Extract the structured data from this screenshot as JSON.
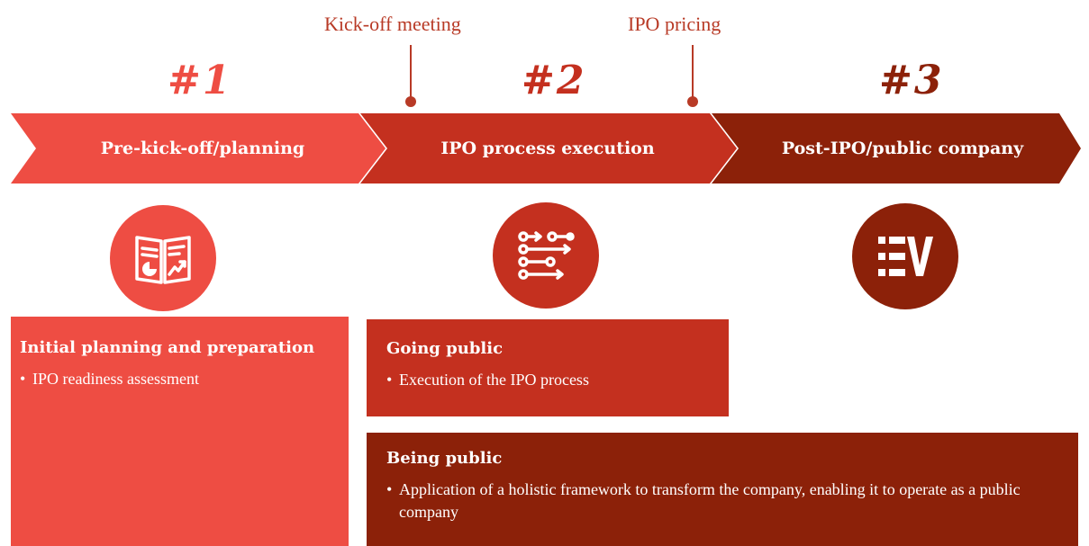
{
  "colors": {
    "phase1": "#ee4d43",
    "phase2": "#c4301f",
    "phase3": "#8c2109",
    "milestone": "#b83a26"
  },
  "milestones": [
    {
      "label": "Kick-off meeting"
    },
    {
      "label": "IPO pricing"
    }
  ],
  "phases": [
    {
      "number": "#1",
      "label": "Pre-kick-off/planning",
      "icon": "report-chart-icon"
    },
    {
      "number": "#2",
      "label": "IPO process execution",
      "icon": "process-flow-icon"
    },
    {
      "number": "#3",
      "label": "Post-IPO/public company",
      "icon": "checklist-icon"
    }
  ],
  "boxes": [
    {
      "title": "Initial planning and preparation",
      "bullet": "•",
      "items": [
        "IPO readiness assessment"
      ]
    },
    {
      "title": "Going public",
      "bullet": "•",
      "items": [
        "Execution of the IPO process"
      ]
    },
    {
      "title": "Being public",
      "bullet": "•",
      "items": [
        "Application of a holistic framework to transform the company, enabling it to operate as a public company"
      ]
    }
  ]
}
